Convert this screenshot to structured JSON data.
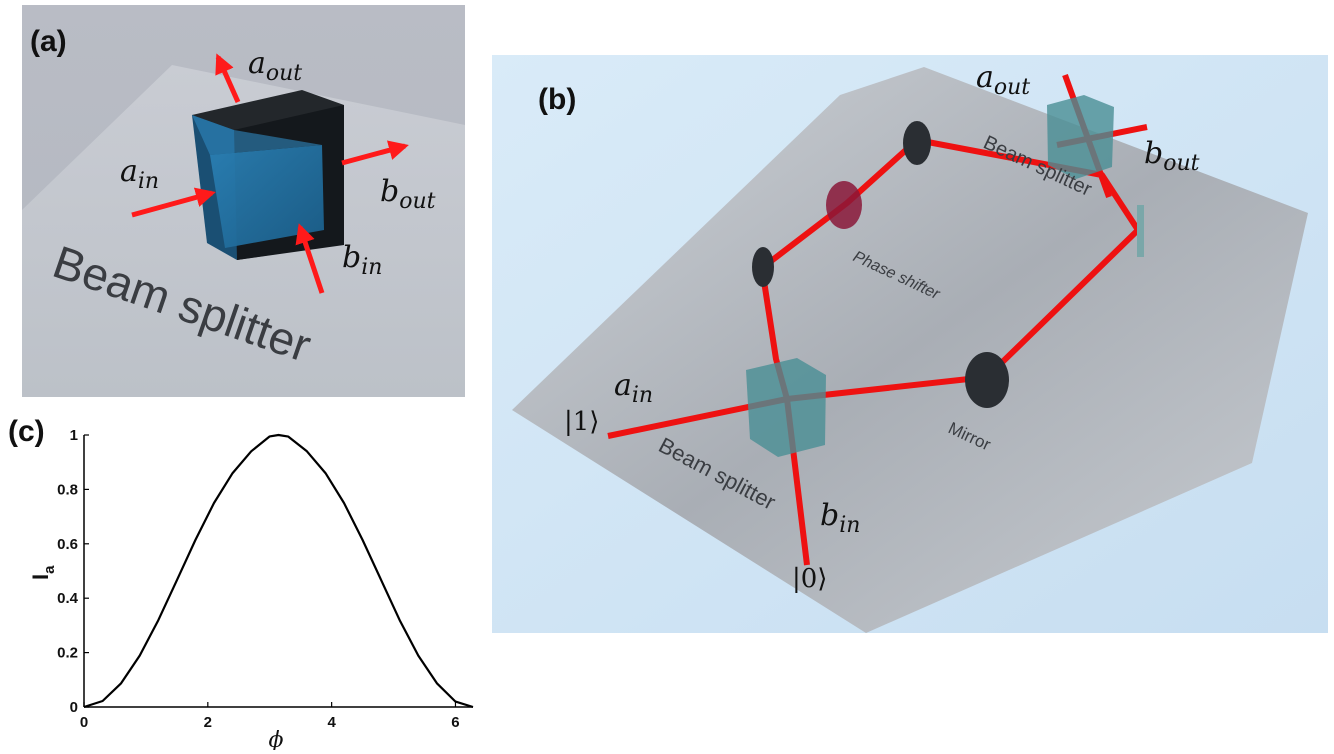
{
  "panel_a": {
    "label": "(a)",
    "caption": "Beam splitter",
    "ports": {
      "a_out": {
        "base": "a",
        "sub": "out"
      },
      "a_in": {
        "base": "a",
        "sub": "in"
      },
      "b_out": {
        "base": "b",
        "sub": "out"
      },
      "b_in": {
        "base": "b",
        "sub": "in"
      }
    },
    "colors": {
      "beam": "#ff1a1a",
      "cube_glass": "#1f6f9f",
      "cube_dark": "#15191d",
      "floor": "#c4c8cf"
    }
  },
  "panel_b": {
    "label": "(b)",
    "ports": {
      "a_out": {
        "base": "a",
        "sub": "out"
      },
      "b_out": {
        "base": "b",
        "sub": "out"
      },
      "a_in": {
        "base": "a",
        "sub": "in"
      },
      "b_in": {
        "base": "b",
        "sub": "in"
      }
    },
    "kets": {
      "one": "|1⟩",
      "zero": "|0⟩"
    },
    "table_labels": {
      "beam_splitter_top": "Beam splitter",
      "phase_shifter": "Phase shifter",
      "mirror": "Mirror",
      "beam_splitter_bottom": "Beam splitter"
    },
    "colors": {
      "laser": "#ee1111",
      "table": "#b9bec4",
      "background": "#d2e6f6",
      "cube": "#4a8f95"
    }
  },
  "panel_c": {
    "label": "(c)",
    "chart_data": {
      "type": "line",
      "title": "",
      "xlabel": "ϕ",
      "ylabel": "I",
      "ylabel_sub": "a",
      "xlim": [
        0,
        6.2832
      ],
      "ylim": [
        0,
        1
      ],
      "xticks": [
        0,
        2,
        4,
        6
      ],
      "yticks": [
        0,
        0.2,
        0.4,
        0.6,
        0.8,
        1
      ],
      "ytick_labels": [
        "0",
        "0.2",
        "0.4",
        "0.6",
        "0.8",
        "1"
      ],
      "grid": false,
      "series": [
        {
          "x": [
            0,
            0.3,
            0.6,
            0.9,
            1.2,
            1.5,
            1.8,
            2.1,
            2.4,
            2.7,
            3.0,
            3.1416,
            3.3,
            3.6,
            3.9,
            4.2,
            4.5,
            4.8,
            5.1,
            5.4,
            5.7,
            6.0,
            6.2832
          ],
          "y": [
            0,
            0.022,
            0.087,
            0.189,
            0.319,
            0.466,
            0.614,
            0.75,
            0.86,
            0.94,
            0.995,
            1,
            0.994,
            0.94,
            0.86,
            0.75,
            0.614,
            0.466,
            0.319,
            0.189,
            0.087,
            0.02,
            0
          ],
          "color": "#000000"
        }
      ]
    }
  }
}
